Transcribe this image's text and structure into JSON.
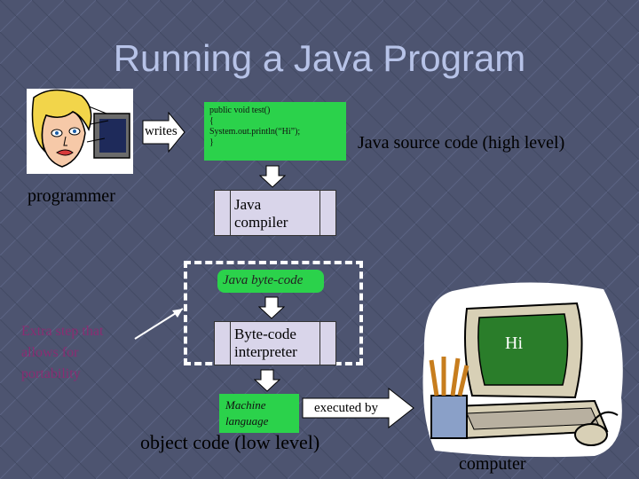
{
  "title": "Running a Java Program",
  "programmer": {
    "label": "programmer",
    "writes_label": "writes"
  },
  "source": {
    "code_lines": [
      "public void test()",
      "{",
      " System.out.println(“Hi”);",
      "}"
    ],
    "label": "Java source code (high level)"
  },
  "compiler": {
    "line1": "Java",
    "line2": "compiler"
  },
  "bytecode": {
    "label": "Java byte-code"
  },
  "interpreter": {
    "line1": "Byte-code",
    "line2": "interpreter"
  },
  "machine": {
    "line1": "Machine",
    "line2": "language"
  },
  "executed_by_label": "executed by",
  "object_code_label": "object code (low level)",
  "extra_step": {
    "line1": "Extra step that",
    "line2": "allows for",
    "line3": "portability"
  },
  "computer": {
    "screen_text": "Hi",
    "label": "computer"
  },
  "colors": {
    "background": "#4d5470",
    "title": "#b7c3e8",
    "green": "#2bd24b",
    "purple_box": "#d9d5ea",
    "note": "#8b2c72"
  }
}
